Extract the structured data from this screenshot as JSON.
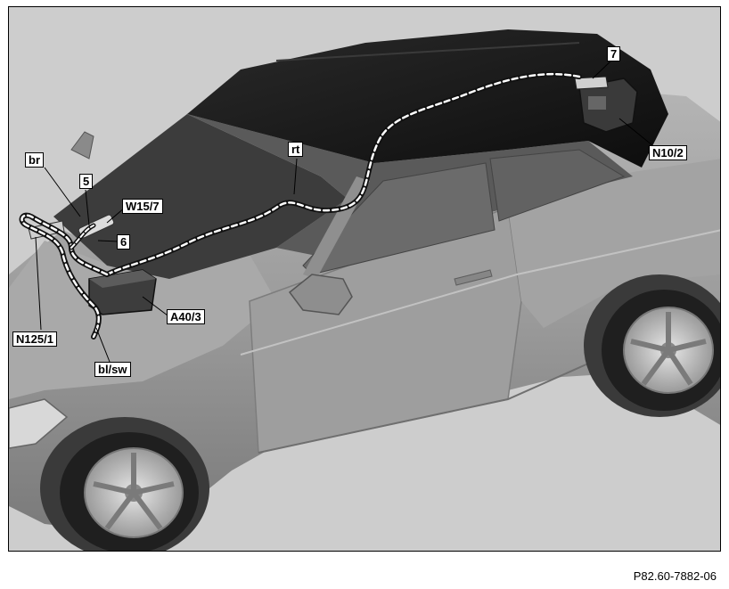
{
  "labels": {
    "c7": "7",
    "n10_2": "N10/2",
    "rt": "rt",
    "br": "br",
    "c5": "5",
    "w15_7": "W15/7",
    "c6": "6",
    "a40_3": "A40/3",
    "n125_1": "N125/1",
    "bl_sw": "bl/sw"
  },
  "figure_ref": "P82.60-7882-06"
}
